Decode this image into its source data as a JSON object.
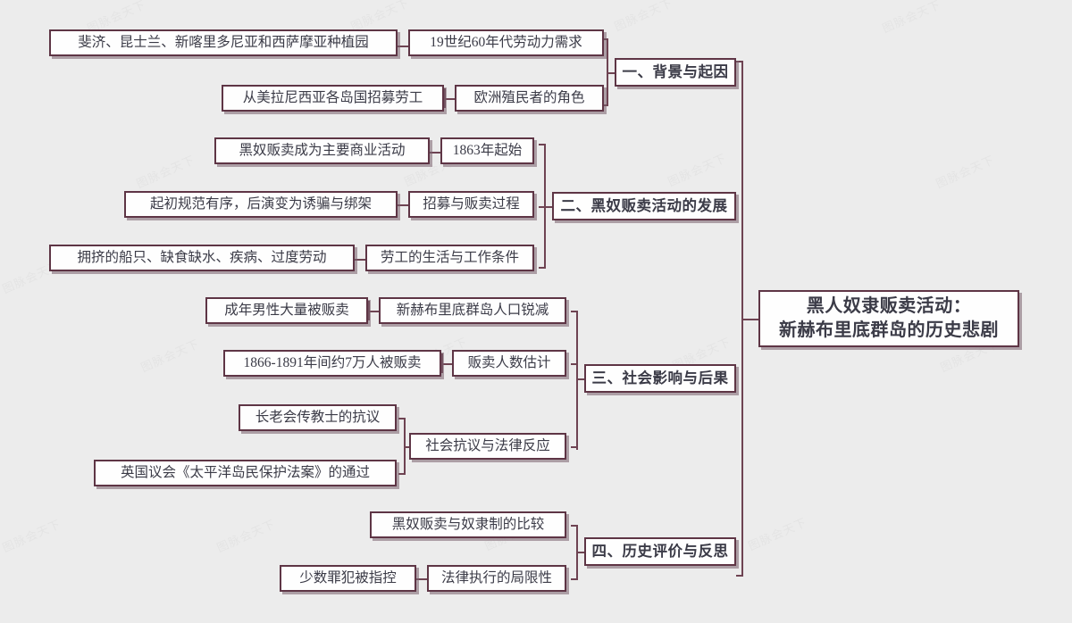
{
  "diagram": {
    "type": "mindmap",
    "title": "黑人奴隶贩卖活动：新赫布里底群岛的历史悲剧",
    "colors": {
      "background": "#ececec",
      "node_border": "#5e3545",
      "node_fill": "#fefefe",
      "connector": "#6e4352",
      "text": "#3b3b47",
      "shadow": "#786070",
      "watermark": "#e3e3e3"
    },
    "watermark_text": "图脉会天下"
  },
  "root": {
    "line1": "黑人奴隶贩卖活动：",
    "line2": "新赫布里底群岛的历史悲剧"
  },
  "branches": [
    {
      "label": "一、背景与起因",
      "children": [
        {
          "label": "19世纪60年代劳动力需求",
          "children": [
            {
              "label": "斐济、昆士兰、新喀里多尼亚和西萨摩亚种植园"
            }
          ]
        },
        {
          "label": "欧洲殖民者的角色",
          "children": [
            {
              "label": "从美拉尼西亚各岛国招募劳工"
            }
          ]
        }
      ]
    },
    {
      "label": "二、黑奴贩卖活动的发展",
      "children": [
        {
          "label": "1863年起始",
          "children": [
            {
              "label": "黑奴贩卖成为主要商业活动"
            }
          ]
        },
        {
          "label": "招募与贩卖过程",
          "children": [
            {
              "label": "起初规范有序，后演变为诱骗与绑架"
            }
          ]
        },
        {
          "label": "劳工的生活与工作条件",
          "children": [
            {
              "label": "拥挤的船只、缺食缺水、疾病、过度劳动"
            }
          ]
        }
      ]
    },
    {
      "label": "三、社会影响与后果",
      "children": [
        {
          "label": "新赫布里底群岛人口锐减",
          "children": [
            {
              "label": "成年男性大量被贩卖"
            }
          ]
        },
        {
          "label": "贩卖人数估计",
          "children": [
            {
              "label": "1866-1891年间约7万人被贩卖"
            }
          ]
        },
        {
          "label": "社会抗议与法律反应",
          "children": [
            {
              "label": "长老会传教士的抗议"
            },
            {
              "label": "英国议会《太平洋岛民保护法案》的通过"
            }
          ]
        }
      ]
    },
    {
      "label": "四、历史评价与反思",
      "children": [
        {
          "label": "黑奴贩卖与奴隶制的比较",
          "children": []
        },
        {
          "label": "法律执行的局限性",
          "children": [
            {
              "label": "少数罪犯被指控"
            }
          ]
        }
      ]
    }
  ],
  "nodes": {
    "n_l3_1": "斐济、昆士兰、新喀里多尼亚和西萨摩亚种植园",
    "n_l2_1": "19世纪60年代劳动力需求",
    "n_l3_2": "从美拉尼西亚各岛国招募劳工",
    "n_l2_2": "欧洲殖民者的角色",
    "n_l1_1": "一、背景与起因",
    "n_l3_3": "黑奴贩卖成为主要商业活动",
    "n_l2_3": "1863年起始",
    "n_l3_4": "起初规范有序，后演变为诱骗与绑架",
    "n_l2_4": "招募与贩卖过程",
    "n_l3_5": "拥挤的船只、缺食缺水、疾病、过度劳动",
    "n_l2_5": "劳工的生活与工作条件",
    "n_l1_2": "二、黑奴贩卖活动的发展",
    "n_l3_6": "成年男性大量被贩卖",
    "n_l2_6": "新赫布里底群岛人口锐减",
    "n_l3_7": "1866-1891年间约7万人被贩卖",
    "n_l2_7": "贩卖人数估计",
    "n_l3_8": "长老会传教士的抗议",
    "n_l3_9": "英国议会《太平洋岛民保护法案》的通过",
    "n_l2_8": "社会抗议与法律反应",
    "n_l1_3": "三、社会影响与后果",
    "n_l2_9": "黑奴贩卖与奴隶制的比较",
    "n_l3_10": "少数罪犯被指控",
    "n_l2_10": "法律执行的局限性",
    "n_l1_4": "四、历史评价与反思"
  }
}
